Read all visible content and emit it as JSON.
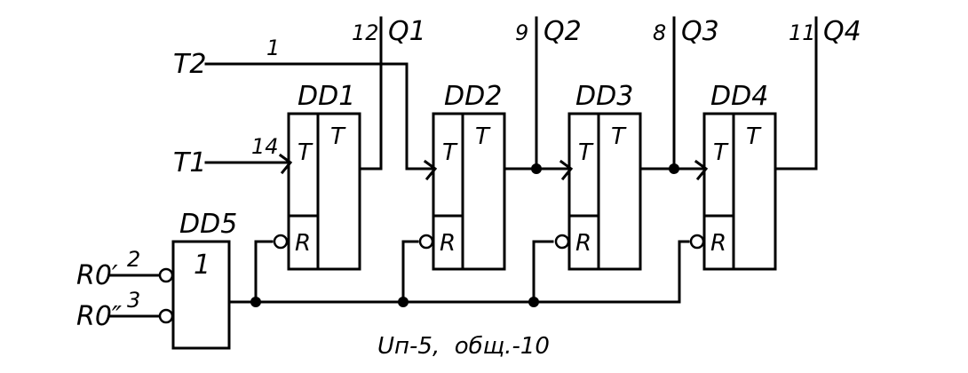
{
  "title": "",
  "footer": "Uп-5,  общ.-10",
  "inputs": {
    "t1": "T1",
    "t2": "T2",
    "r0_1": "R0′",
    "r0_2": "R0″"
  },
  "pins": {
    "t1": "14",
    "t2": "1",
    "r0_1": "2",
    "r0_2": "3",
    "q1": "12",
    "q2": "9",
    "q3": "8",
    "q4": "11"
  },
  "outputs": {
    "q1": "Q1",
    "q2": "Q2",
    "q3": "Q3",
    "q4": "Q4"
  },
  "blocks": {
    "dd1": {
      "name": "DD1",
      "in": "T",
      "out": "T",
      "reset": "R"
    },
    "dd2": {
      "name": "DD2",
      "in": "T",
      "out": "T",
      "reset": "R"
    },
    "dd3": {
      "name": "DD3",
      "in": "T",
      "out": "T",
      "reset": "R"
    },
    "dd4": {
      "name": "DD4",
      "in": "T",
      "out": "T",
      "reset": "R"
    },
    "dd5": {
      "name": "DD5",
      "symbol": "1"
    }
  }
}
